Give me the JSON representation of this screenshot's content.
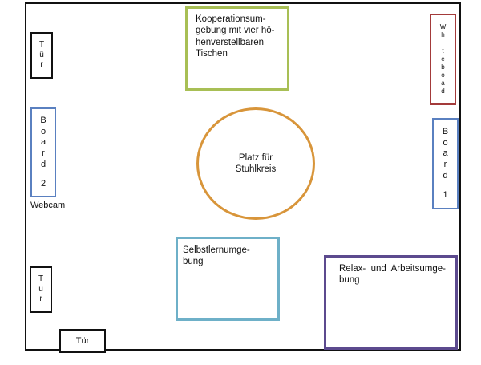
{
  "room": {
    "doors": {
      "top_left": [
        "T",
        "ü",
        "r"
      ],
      "bottom_left": [
        "T",
        "ü",
        "r"
      ],
      "bottom": "Tür"
    },
    "board_left": [
      "B",
      "o",
      "a",
      "r",
      "d",
      "",
      "2"
    ],
    "webcam": "Webcam",
    "cooperation_zone": [
      "Kooperationsum-",
      "gebung mit vier hö-",
      "henverstellbaren",
      "Tischen"
    ],
    "whiteboard": [
      "W",
      "h",
      "i",
      "t",
      "e",
      "b",
      "o",
      "a",
      "d"
    ],
    "board_right": [
      "B",
      "o",
      "a",
      "r",
      "d",
      "",
      "1"
    ],
    "circle": [
      "Platz für",
      "Stuhlkreis"
    ],
    "self_study_zone": [
      "Selbstlernumge-",
      "bung"
    ],
    "relax_zone": [
      "Relax-  und  Arbeitsumge-",
      "bung"
    ]
  },
  "colors": {
    "wall": "#111111",
    "door": "#111111",
    "board": "#5a80c0",
    "whiteboard": "#a33a3a",
    "cooperation": "#a8bf55",
    "circle": "#d8953a",
    "self_study": "#6eb0c8",
    "relax": "#5c4a8e"
  }
}
